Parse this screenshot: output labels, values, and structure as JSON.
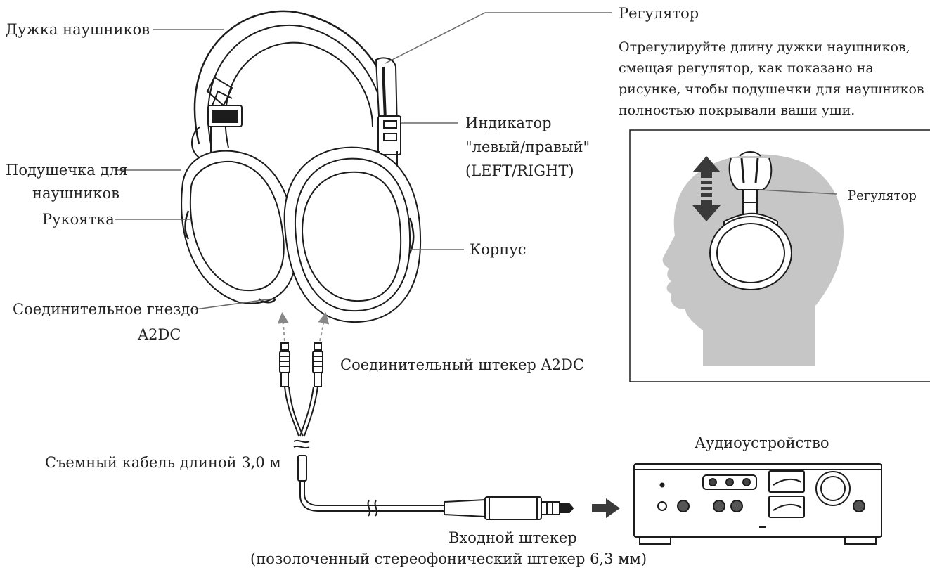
{
  "labels": {
    "headband": "Дужка наушников",
    "slider": "Регулятор",
    "slider_note": [
      "Отрегулируйте длину дужки наушников,",
      "смещая регулятор, как показано на",
      "рисунке, чтобы подушечки для наушников",
      "полностью покрывали ваши уши."
    ],
    "lr_indicator": [
      "Индикатор",
      "\"левый/правый\"",
      "(LEFT/RIGHT)"
    ],
    "ear_pad": [
      "Подушечка для",
      "наушников"
    ],
    "grip": "Рукоятка",
    "housing": "Корпус",
    "jack": [
      "Соединительное гнездо",
      "A2DC"
    ],
    "plug": "Соединительный штекер A2DC",
    "cable": "Съемный кабель длиной 3,0 м",
    "audio_device": "Аудиоустройство",
    "input_plug": [
      "Входной штекер",
      "(позолоченный стереофонический штекер 6,3 мм)"
    ]
  },
  "inset": {
    "slider_label": "Регулятор"
  },
  "colors": {
    "line": "#1c1c1c",
    "head_gray": "#c6c6c6",
    "leader": "#6a6a6a",
    "arrow_dark": "#3a3a3a"
  }
}
